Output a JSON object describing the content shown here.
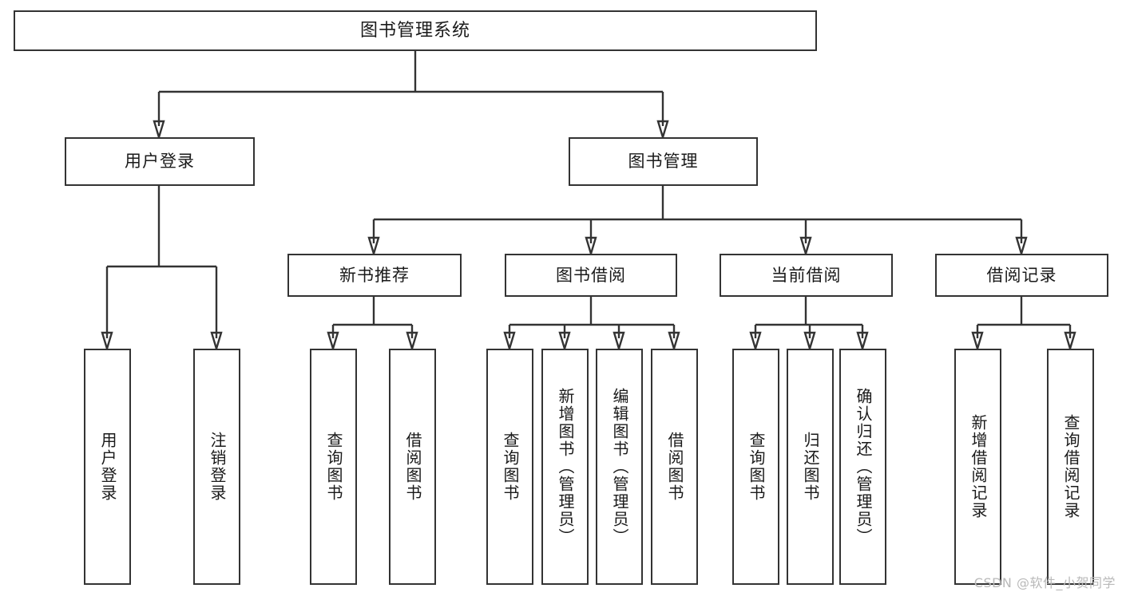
{
  "diagram": {
    "title": "图书管理系统",
    "watermark": "CSDN @软件_小贺同学",
    "root": {
      "label": "图书管理系统"
    },
    "level2": [
      {
        "label": "用户登录"
      },
      {
        "label": "图书管理"
      }
    ],
    "level3": [
      {
        "label": "新书推荐"
      },
      {
        "label": "图书借阅"
      },
      {
        "label": "当前借阅"
      },
      {
        "label": "借阅记录"
      }
    ],
    "leaves": {
      "user_login": [
        {
          "label": "用户登录"
        },
        {
          "label": "注销登录"
        }
      ],
      "new_book_recommend": [
        {
          "label": "查询图书"
        },
        {
          "label": "借阅图书"
        }
      ],
      "book_borrow": [
        {
          "label": "查询图书"
        },
        {
          "label": "新增图书（管理员）"
        },
        {
          "label": "编辑图书（管理员）"
        },
        {
          "label": "借阅图书"
        }
      ],
      "current_borrow": [
        {
          "label": "查询图书"
        },
        {
          "label": "归还图书"
        },
        {
          "label": "确认归还（管理员）"
        }
      ],
      "borrow_record": [
        {
          "label": "新增借阅记录"
        },
        {
          "label": "查询借阅记录"
        }
      ]
    },
    "colors": {
      "stroke": "#333333",
      "background": "#ffffff",
      "text": "#1a1a1a",
      "watermark": "#b9b9b9"
    }
  }
}
